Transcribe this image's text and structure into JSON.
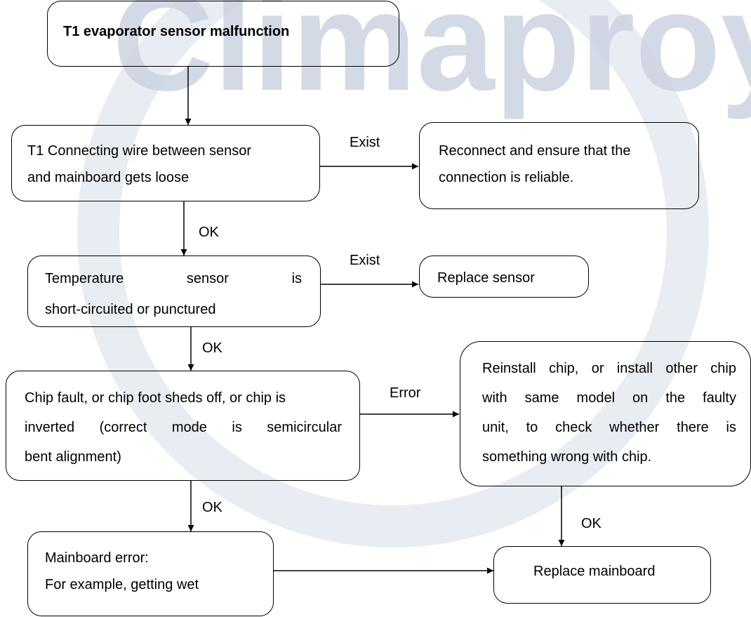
{
  "watermark": {
    "text": "Climaproyec",
    "color": "#cdd3e2"
  },
  "colors": {
    "stroke": "#000000",
    "background": "#ffffff"
  },
  "nodes": {
    "start": {
      "text": "T1 evaporator sensor malfunction"
    },
    "loose_wire": {
      "lines": [
        "T1 Connecting wire between sensor",
        "and mainboard gets loose"
      ]
    },
    "reconnect": {
      "lines": [
        "Reconnect and ensure that the",
        "connection is reliable."
      ]
    },
    "temp_sensor": {
      "line1_words": [
        "Temperature",
        "sensor",
        "is"
      ],
      "line2": "short-circuited or punctured"
    },
    "replace_sensor": {
      "text": "Replace sensor"
    },
    "chip_fault": {
      "lines": [
        "Chip fault, or chip foot sheds off, or chip is",
        "inverted (correct mode is semicircular",
        "bent alignment)"
      ]
    },
    "reinstall_chip": {
      "lines": [
        "Reinstall chip, or install other chip",
        "with same model on the faulty",
        "unit, to check whether there is",
        "something wrong with chip."
      ]
    },
    "mainboard_error": {
      "lines": [
        "Mainboard error:",
        "For example, getting wet"
      ]
    },
    "replace_mainboard": {
      "text": "Replace mainboard"
    }
  },
  "edges": {
    "exist_1": "Exist",
    "ok_1": "OK",
    "exist_2": "Exist",
    "ok_2": "OK",
    "error_1": "Error",
    "ok_3": "OK",
    "ok_4": "OK"
  }
}
